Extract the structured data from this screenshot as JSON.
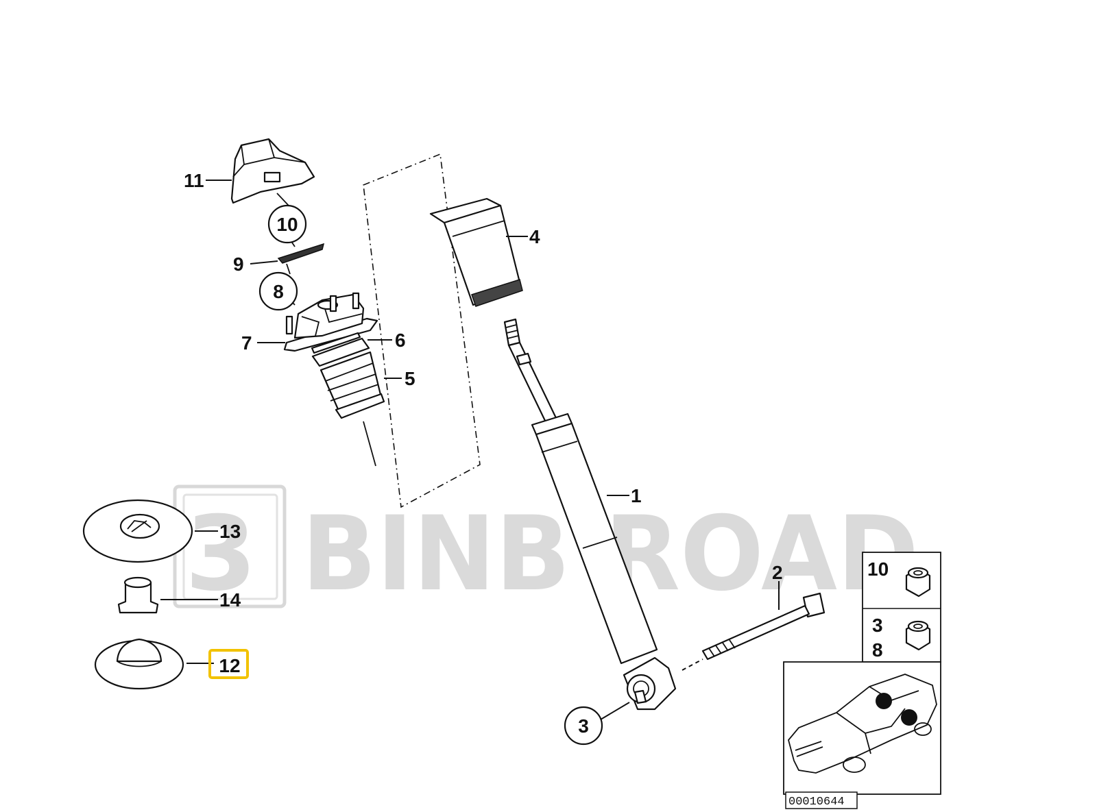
{
  "diagram": {
    "watermark": "BINB ROAD",
    "watermark_logo": "3",
    "diagram_code": "00010644",
    "highlighted_part": "12",
    "highlight_color": "#f2c200",
    "parts": {
      "p1": "1",
      "p2": "2",
      "p3": "3",
      "p4": "4",
      "p5": "5",
      "p6": "6",
      "p7": "7",
      "p8": "8",
      "p9": "9",
      "p10": "10",
      "p11": "11",
      "p12": "12",
      "p13": "13",
      "p14": "14"
    },
    "legend": {
      "row1_part": "10",
      "row2_part_a": "3",
      "row2_part_b": "8"
    }
  }
}
